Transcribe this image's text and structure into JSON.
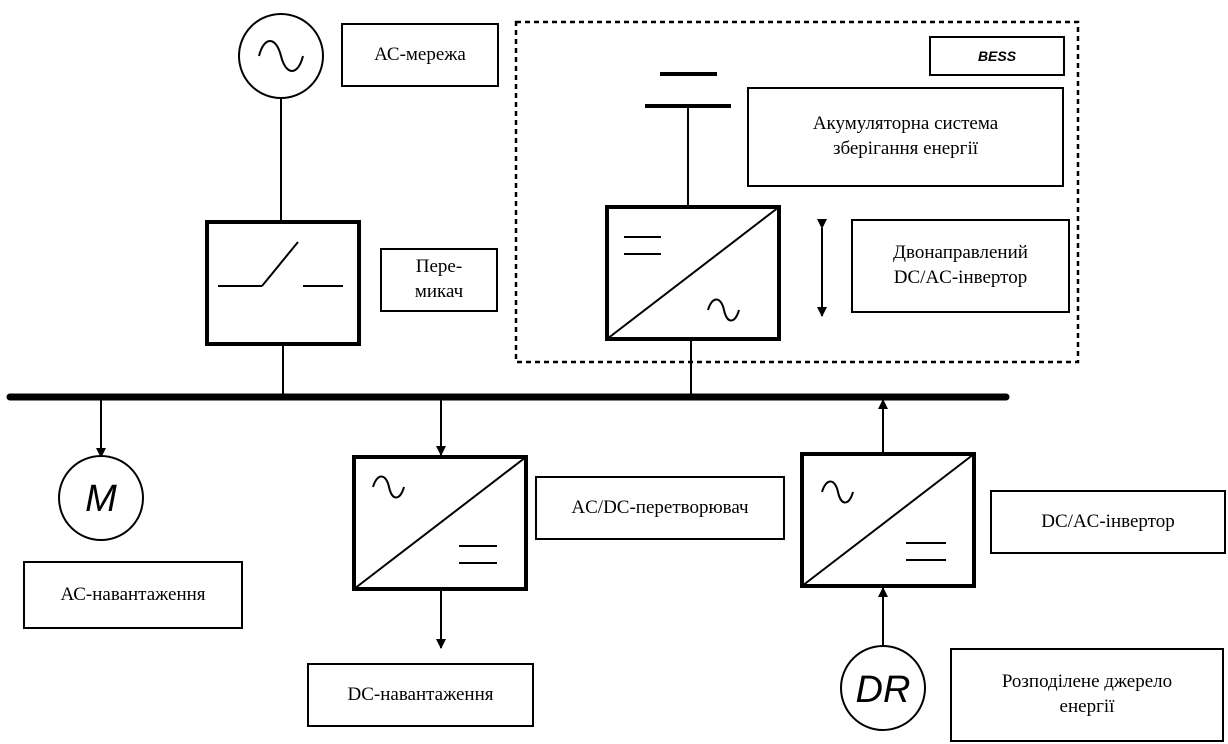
{
  "labels": {
    "ac_grid": "АС-мережа",
    "bess": "BESS",
    "battery_system_line1": "Акумуляторна система",
    "battery_system_line2": "зберігання енергії",
    "switch_line1": "Пере-",
    "switch_line2": "микач",
    "bidir_inverter_line1": "Двонаправлений",
    "bidir_inverter_line2": "DC/AC-інвертор",
    "ac_load": "АС-навантаження",
    "acdc_converter": "AC/DC-перетворювач",
    "dcac_inverter": "DC/AC-інвертор",
    "dc_load": "DC-навантаження",
    "distributed_source_line1": "Розподілене джерело",
    "distributed_source_line2": "енергії"
  },
  "symbols": {
    "motor": "M",
    "distributed_resource": "DR"
  }
}
